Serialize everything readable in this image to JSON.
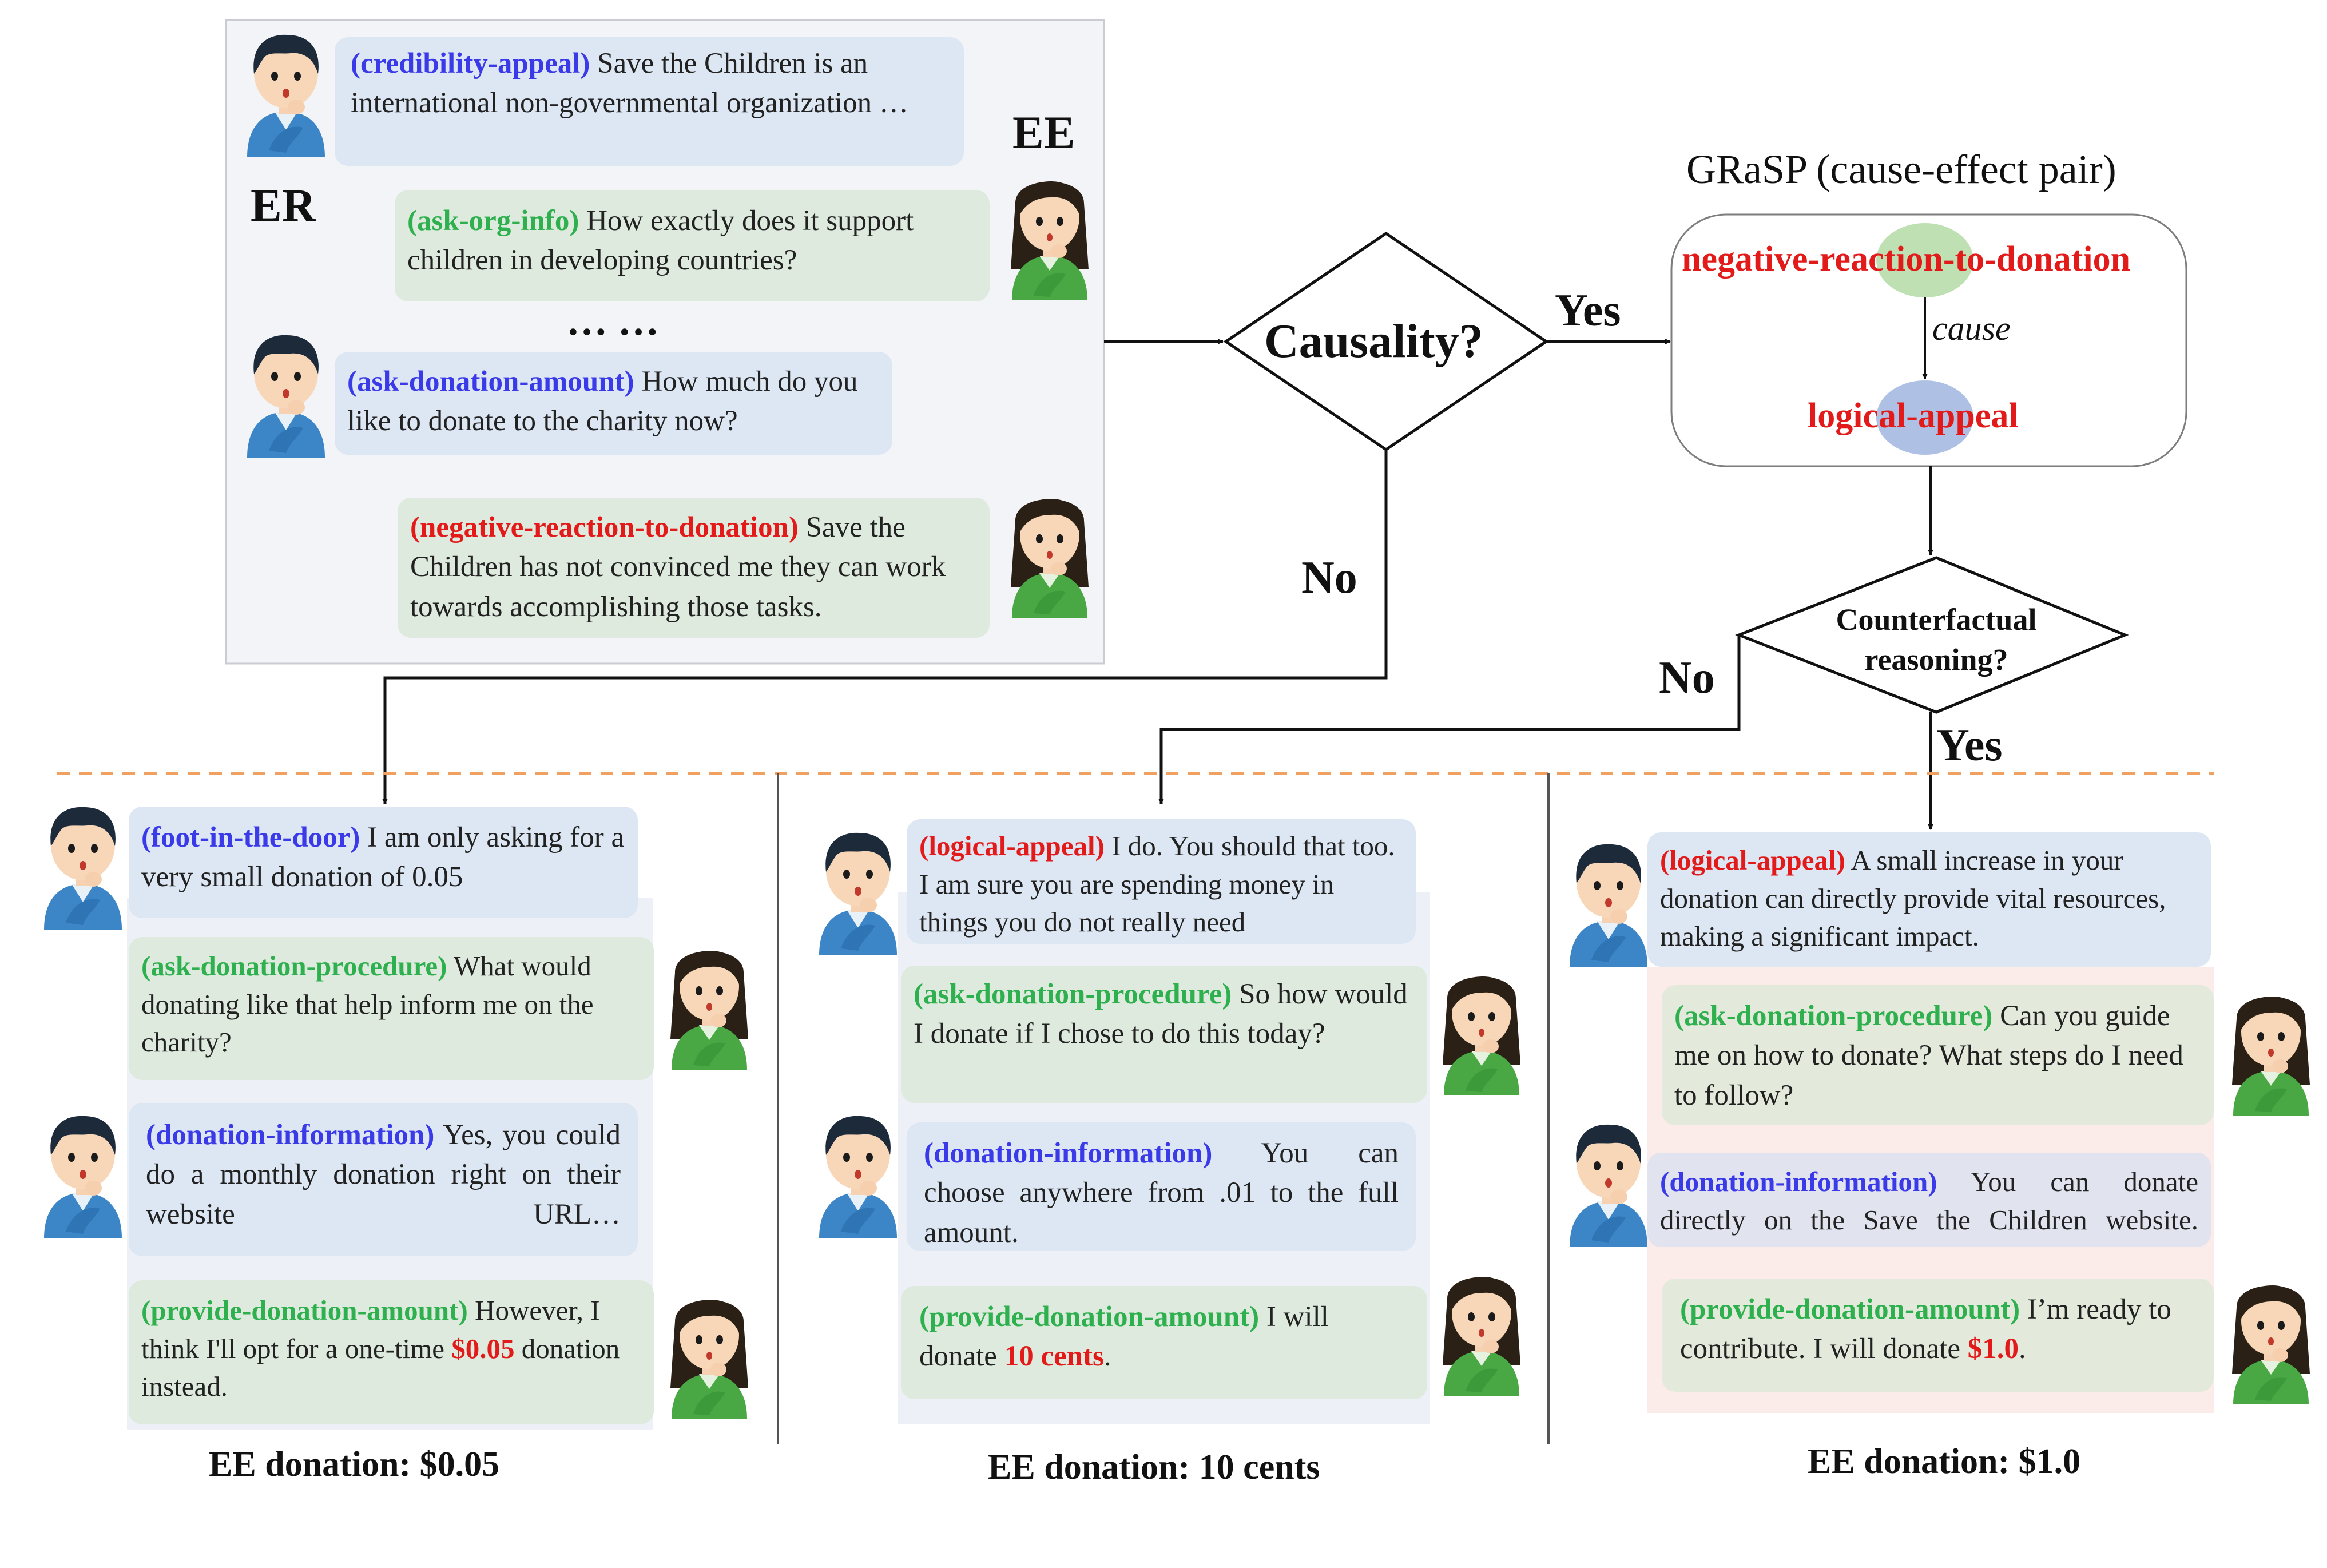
{
  "speakers": {
    "er": "ER",
    "ee": "EE"
  },
  "top_dialog": [
    {
      "tag": "(credibility-appeal)",
      "text": "Save the Children is an international non-governmental organization …"
    },
    {
      "tag": "(ask-org-info)",
      "text": "How exactly does it support children in developing countries?"
    },
    {
      "ellipsis": "… …"
    },
    {
      "tag": "(ask-donation-amount)",
      "text": "How much do you like to donate to the charity now?"
    },
    {
      "tag": "(negative-reaction-to-donation)",
      "text": "Save the Children has not convinced me they can work towards accomplishing those tasks."
    }
  ],
  "flow": {
    "causality": "Causality?",
    "yes1": "Yes",
    "no1": "No",
    "grasp_title": "GRaSP (cause-effect pair)",
    "cause_node": "negative-reaction-to-donation",
    "cause_label": "cause",
    "effect_node": "logical-appeal",
    "counterfactual_line1": "Counterfactual",
    "counterfactual_line2": "reasoning?",
    "no2": "No",
    "yes2": "Yes"
  },
  "columns": [
    {
      "turns": [
        {
          "tag": "(foot-in-the-door)",
          "text": "I am only asking for a very small donation of 0.05"
        },
        {
          "tag": "(ask-donation-procedure)",
          "text": "What would donating like that help inform me on the charity?"
        },
        {
          "tag": "(donation-information)",
          "text": "Yes, you could do a monthly donation right on their website URL…"
        },
        {
          "tag": "(provide-donation-amount)",
          "text_before": "However, I think I'll opt for a one-time",
          "amount": "$0.05",
          "text_after": "donation instead."
        }
      ],
      "caption": "EE donation: $0.05"
    },
    {
      "turns": [
        {
          "tag": "(logical-appeal)",
          "text": "I do. You should that too. I am sure you are spending money in things you do not really need"
        },
        {
          "tag": "(ask-donation-procedure)",
          "text": "So how would I donate if I chose to do this today?"
        },
        {
          "tag": "(donation-information)",
          "text": "You can choose anywhere from .01 to the full amount."
        },
        {
          "tag": "(provide-donation-amount)",
          "text_before": "I will donate",
          "amount": "10 cents",
          "text_after": "."
        }
      ],
      "caption": "EE donation: 10 cents"
    },
    {
      "turns": [
        {
          "tag": "(logical-appeal)",
          "text": "A small increase in your donation can directly provide vital resources, making a significant impact."
        },
        {
          "tag": "(ask-donation-procedure)",
          "text": "Can you guide me on how to donate? What steps do I need to follow?"
        },
        {
          "tag": "(donation-information)",
          "text": "You can donate directly on the Save the Children website."
        },
        {
          "tag": "(provide-donation-amount)",
          "text_before": "I’m ready to contribute. I will donate",
          "amount": "$1.0",
          "text_after": "."
        }
      ],
      "caption": "EE donation: $1.0"
    }
  ],
  "colors": {
    "persuader_tag": "#3a3ae8",
    "persuadee_tag": "#2fb04f",
    "highlight_tag": "#e21a1a",
    "divider": "#f0a060"
  }
}
